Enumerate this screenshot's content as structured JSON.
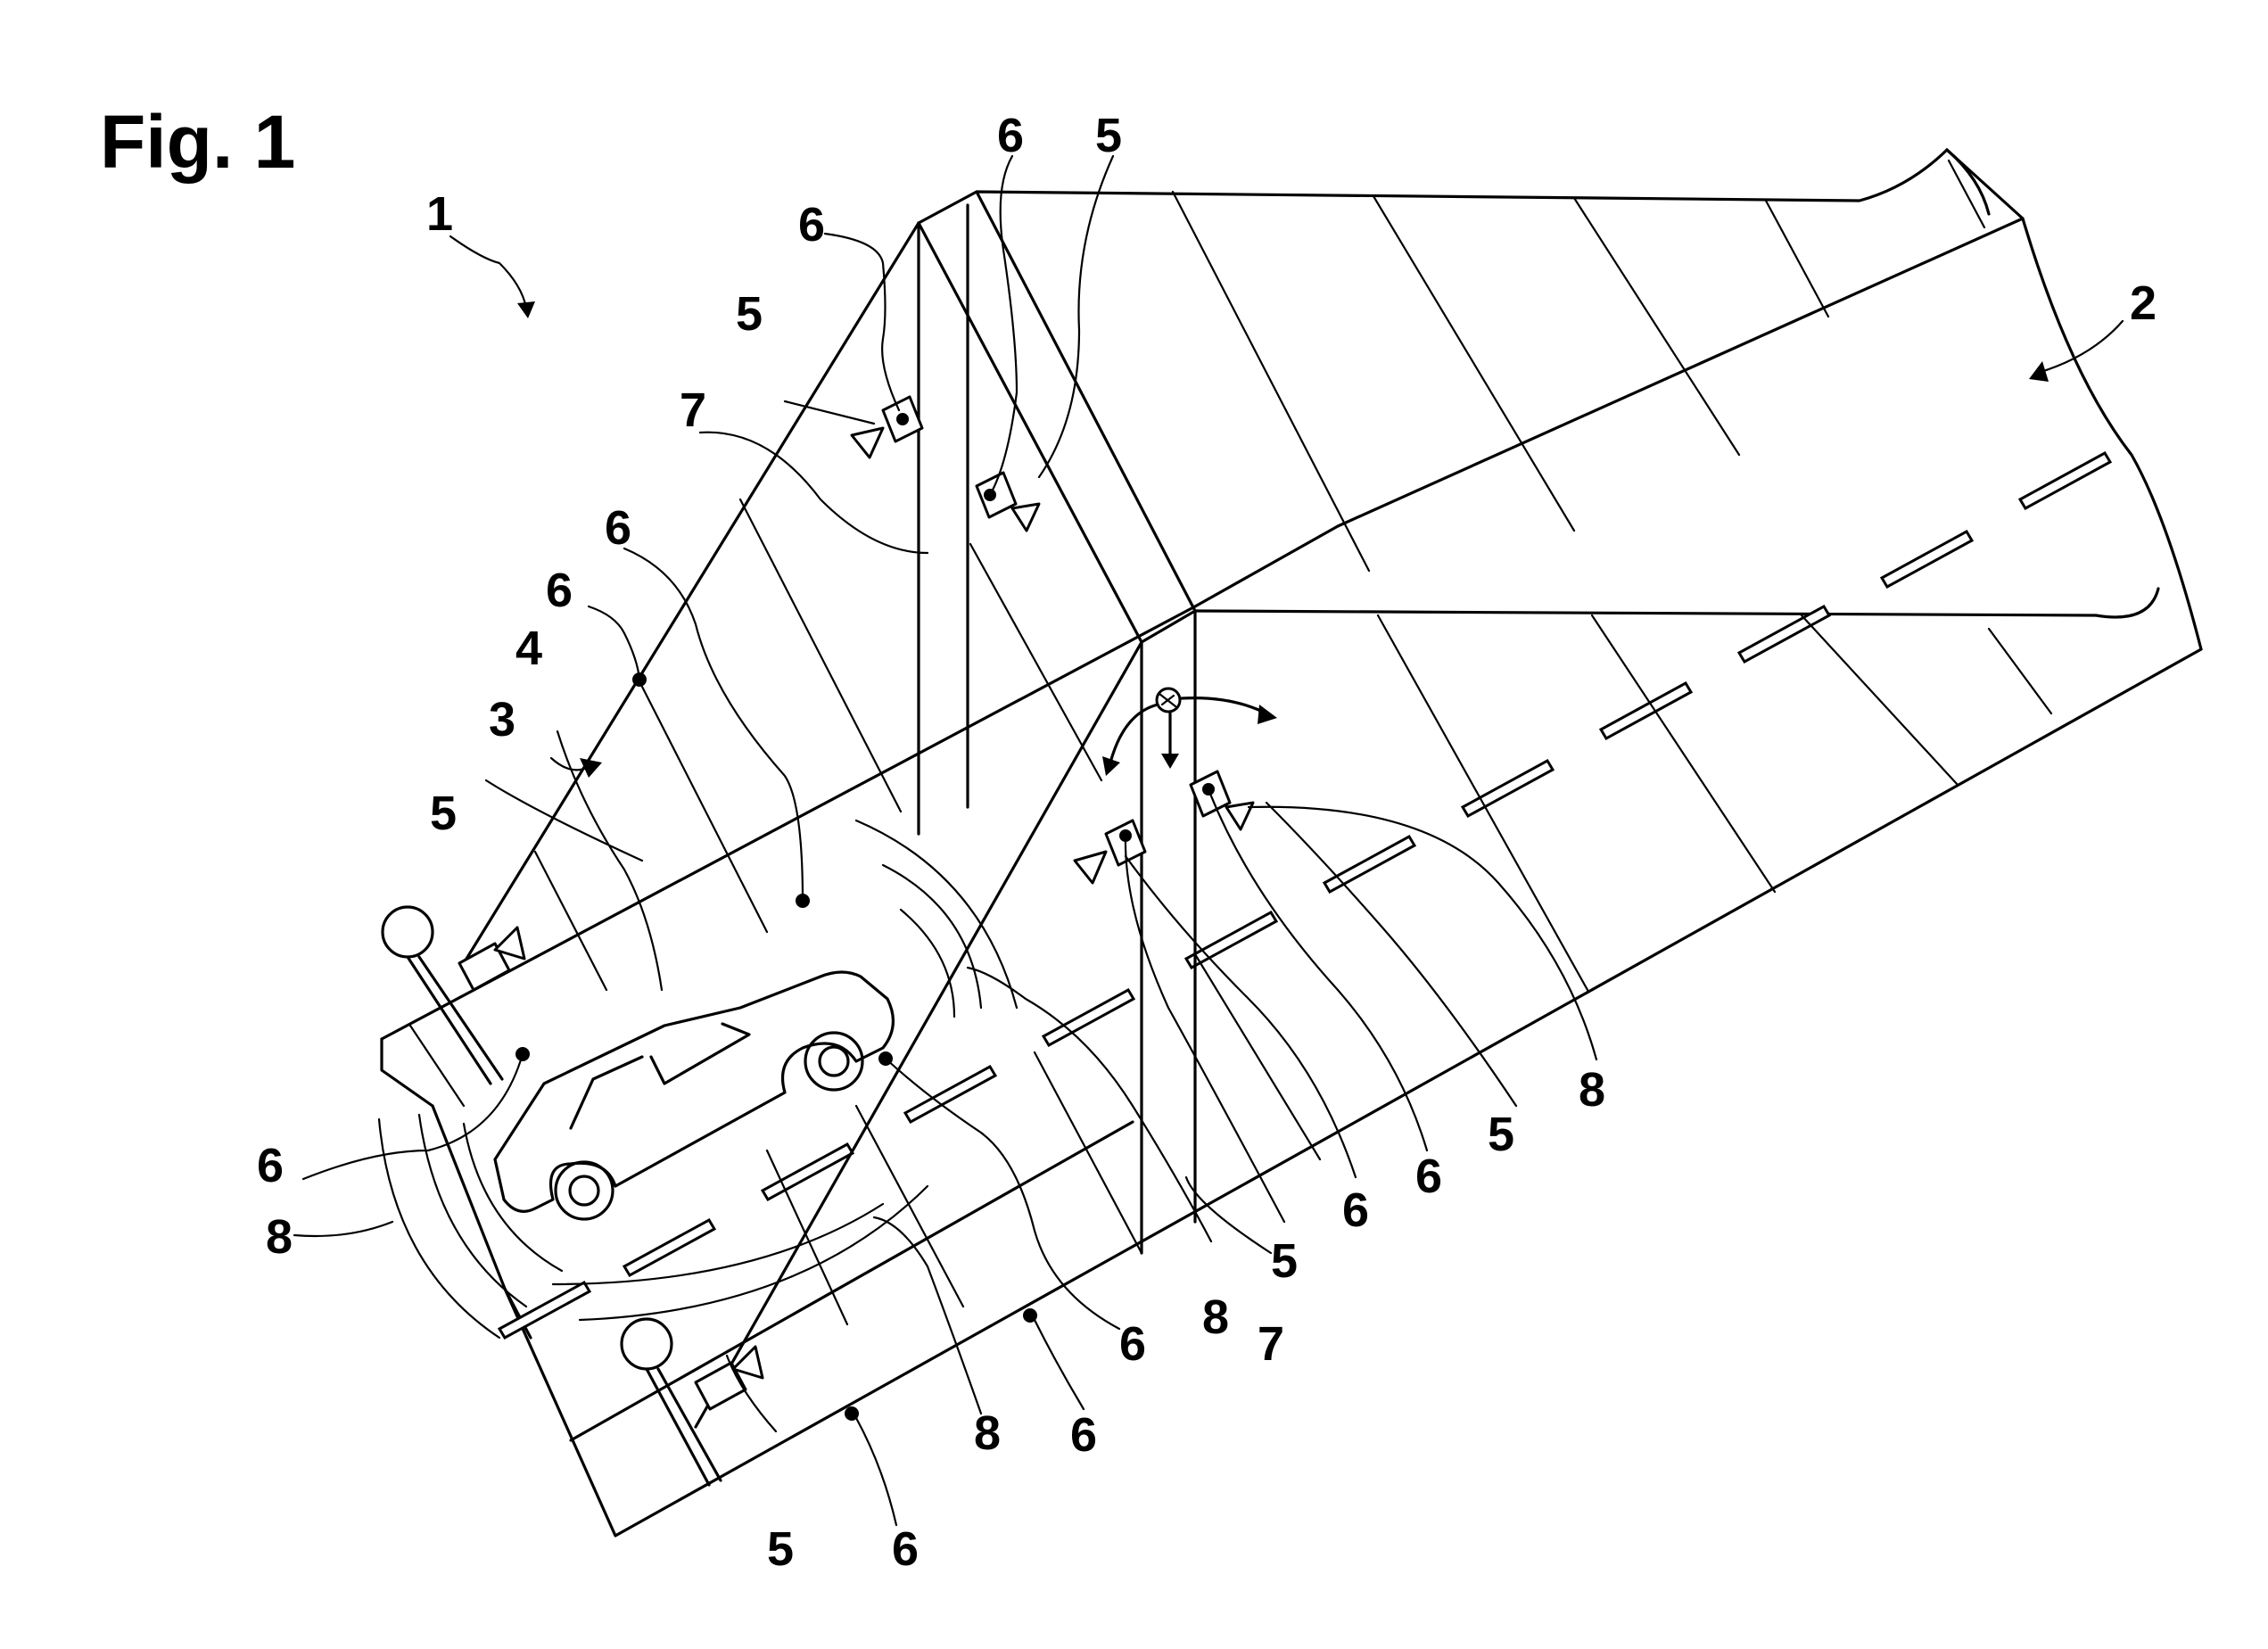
{
  "figure": {
    "title": "Fig. 1",
    "reference_numerals": {
      "system": "1",
      "road": "2",
      "vehicle": "3",
      "monitored_area": "4",
      "camera": "5",
      "marker": "6",
      "gantry_post": "7",
      "sensor_range": "8"
    },
    "labels": [
      {
        "id": "ref-1",
        "text": "1"
      },
      {
        "id": "ref-2",
        "text": "2"
      },
      {
        "id": "ref-3",
        "text": "3"
      },
      {
        "id": "ref-4",
        "text": "4"
      },
      {
        "id": "ref-5-tl",
        "text": "5"
      },
      {
        "id": "ref-5-top",
        "text": "5"
      },
      {
        "id": "ref-5-left",
        "text": "5"
      },
      {
        "id": "ref-5-bottom",
        "text": "5"
      },
      {
        "id": "ref-5-r1",
        "text": "5"
      },
      {
        "id": "ref-5-r2",
        "text": "5"
      },
      {
        "id": "ref-6-tl",
        "text": "6"
      },
      {
        "id": "ref-6-top",
        "text": "6"
      },
      {
        "id": "ref-6-ml",
        "text": "6"
      },
      {
        "id": "ref-6-mu",
        "text": "6"
      },
      {
        "id": "ref-6-left",
        "text": "6"
      },
      {
        "id": "ref-6-b1",
        "text": "6"
      },
      {
        "id": "ref-6-b2",
        "text": "6"
      },
      {
        "id": "ref-6-b3",
        "text": "6"
      },
      {
        "id": "ref-6-r1",
        "text": "6"
      },
      {
        "id": "ref-6-r2",
        "text": "6"
      },
      {
        "id": "ref-7-top",
        "text": "7"
      },
      {
        "id": "ref-7-bottom",
        "text": "7"
      },
      {
        "id": "ref-8-left",
        "text": "8"
      },
      {
        "id": "ref-8-b1",
        "text": "8"
      },
      {
        "id": "ref-8-b2",
        "text": "8"
      },
      {
        "id": "ref-8-r",
        "text": "8"
      }
    ]
  }
}
